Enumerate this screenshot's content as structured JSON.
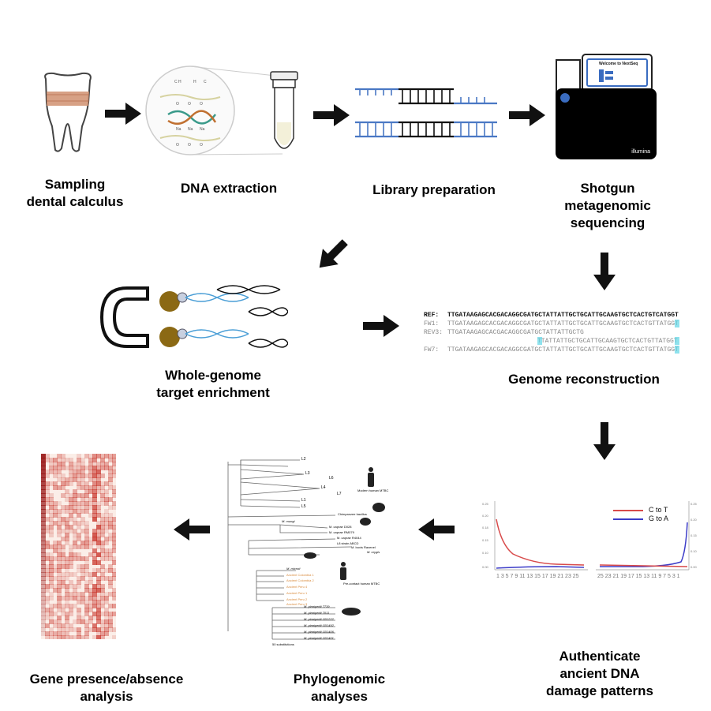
{
  "steps": {
    "sampling": [
      "Sampling",
      "dental calculus"
    ],
    "dna_extraction": "DNA extraction",
    "library_prep": "Library preparation",
    "sequencing": [
      "Shotgun",
      "metagenomic",
      "sequencing"
    ],
    "enrichment": [
      "Whole-genome",
      "target enrichment"
    ],
    "reconstruction": "Genome reconstruction",
    "authenticate": [
      "Authenticate",
      "ancient DNA",
      "damage patterns"
    ],
    "phylogenomic": [
      "Phylogenomic",
      "analyses"
    ],
    "gene_presence": [
      "Gene presence/absence",
      "analysis"
    ]
  },
  "sequencer": {
    "screen_text": "Welcome to NextSeq",
    "brand": "illumina"
  },
  "alignment": {
    "rows": [
      {
        "id": "REF:",
        "seq": "TTGATAAGAGCACGACAGGCGATGCTATTATTGCTGCATTGCAAGTGCTCACTGTCATGGT"
      },
      {
        "id": "FW1:",
        "seq": "TTGATAAGAGCACGACAGGCGATGCTATTATTGCTGCATTGCAAGTGCTCACTGTTATGGT"
      },
      {
        "id": "REV3:",
        "seq": "TTGATAAGAGCACGACAGGCGATGCTATTATTGCTG"
      },
      {
        "id": "",
        "seq": "TTATTATTGCTGCATTGCAAGTGCTCACTGTTATGGT"
      },
      {
        "id": "FW7:",
        "seq": "TTGATAAGAGCACGACAGGCGATGCTATTATTGCTGCATTGCAAGTGCTCACTGTTATGGT"
      }
    ]
  },
  "damage_legend": {
    "ct": "C to T",
    "ga": "G to A",
    "ct_color": "#d84a4a",
    "ga_color": "#3b3bc8"
  },
  "tree": {
    "clades": [
      "L2",
      "L3",
      "L4",
      "L7",
      "L1",
      "L5",
      "L6"
    ],
    "hosts": [
      "Modern human MTBC",
      "Chimpanzee bacillus",
      "M. mungi",
      "M. caprae D028",
      "M. caprae RM079",
      "M. caprae R4044",
      "L8 strain ABCD",
      "M. bovis Ravenel",
      "M. orygis",
      "M. microti",
      "Pre-contact human MTBC"
    ],
    "ancient": [
      "Ancient Colombia 1",
      "Ancient Colombia 2",
      "Ancient Peru 4",
      "Ancient Peru 1",
      "Ancient Peru 2",
      "Ancient Peru 3"
    ],
    "pinnipedii": [
      "M. pinnipedii 7739",
      "M. pinnipedii 7011",
      "M. pinnipedii G01222",
      "M. pinnipedii G01492",
      "M. pinnipedii G01406",
      "M. pinnipedii G01401"
    ],
    "scale": "50 substitutions"
  },
  "colors": {
    "dna_blue": "#4a78c4",
    "dna_black": "#111111",
    "bead": "#8b6914",
    "heat_red": "#c0392b",
    "ancient_orange": "#d98a3b"
  }
}
